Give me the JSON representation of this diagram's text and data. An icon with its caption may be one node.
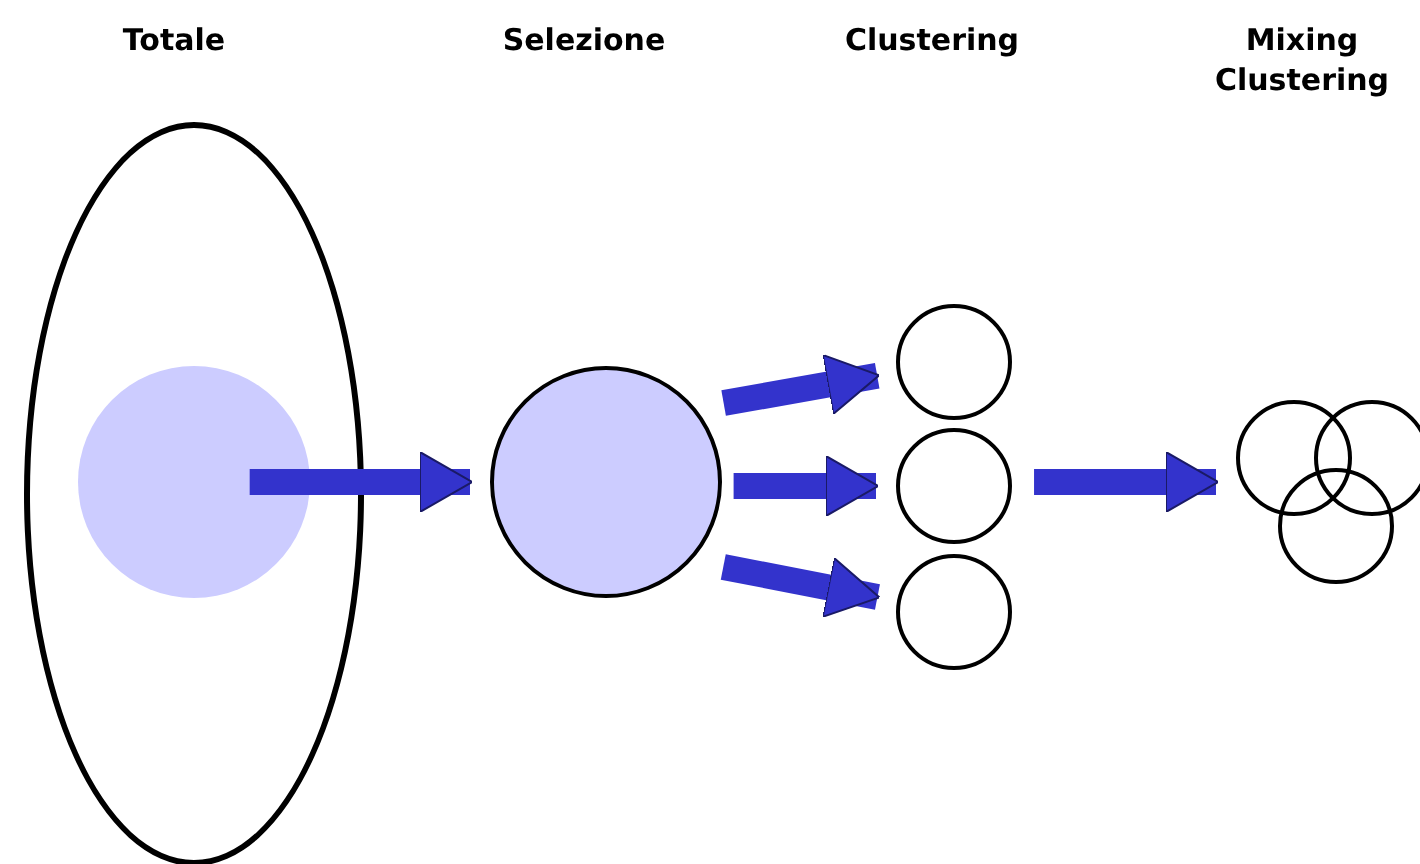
{
  "diagram": {
    "nodes": [
      {
        "text": [],
        "shape": "circle"
      },
      {
        "text": [],
        "shape": "circle",
        "in": 0
      },
      {
        "text": [],
        "shape": "circle"
      },
      {
        "text": [],
        "shape": "circle"
      },
      {
        "text": [],
        "shape": "circle"
      },
      {
        "text": [],
        "shape": "circle"
      },
      {
        "text": [],
        "shape": "circle"
      },
      {
        "text": [],
        "shape": "circle"
      },
      {
        "text": [],
        "shape": "circle"
      }
    ],
    "edges": [
      {
        "from": 1,
        "to": 2,
        "arrow": "to"
      },
      {
        "from": 2,
        "to": 3,
        "arrow": "to"
      },
      {
        "from": 2,
        "to": 4,
        "arrow": "to"
      },
      {
        "from": 2,
        "to": 5,
        "arrow": "to"
      },
      {
        "from": 4,
        "to": 6,
        "arrow": "to"
      }
    ],
    "labels": [
      "Totale",
      "Selezione",
      "Clustering",
      "Mixing Clustering"
    ]
  }
}
